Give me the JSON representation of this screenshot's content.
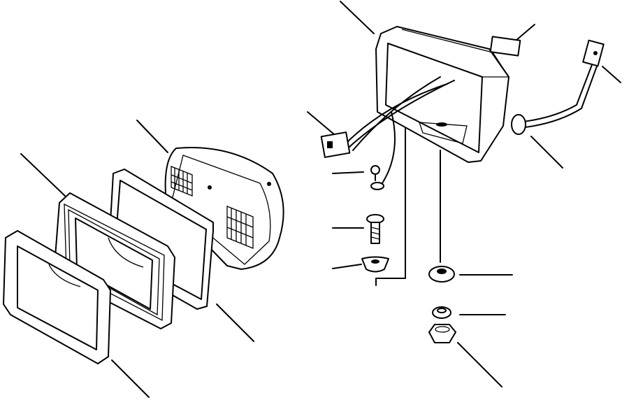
{
  "diagram": {
    "description_visible_text": "",
    "colors": {
      "line": "#000000",
      "background": "#ffffff"
    },
    "parts": [
      "bezel",
      "gasket",
      "retaining-ring",
      "sealed-beam-lamp",
      "housing",
      "label-plate",
      "connector-harness",
      "wire-plug",
      "grommet",
      "screw",
      "bolt",
      "cup-washer",
      "flat-washer",
      "lock-washer",
      "nut"
    ]
  }
}
